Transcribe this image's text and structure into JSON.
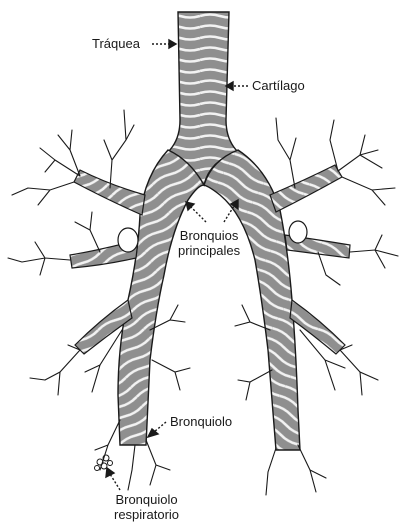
{
  "labels": {
    "trachea": "Tráquea",
    "cartilage": "Cartílago",
    "main_bronchi_line1": "Bronquios",
    "main_bronchi_line2": "principales",
    "bronchiole": "Bronquiolo",
    "respiratory_bronchiole_line1": "Bronquiolo",
    "respiratory_bronchiole_line2": "respiratorio"
  },
  "colors": {
    "airway_fill": "#8f8f8f",
    "cartilage_ring": "#f2f2f2",
    "outline": "#1a1a1a",
    "background": "#ffffff"
  }
}
